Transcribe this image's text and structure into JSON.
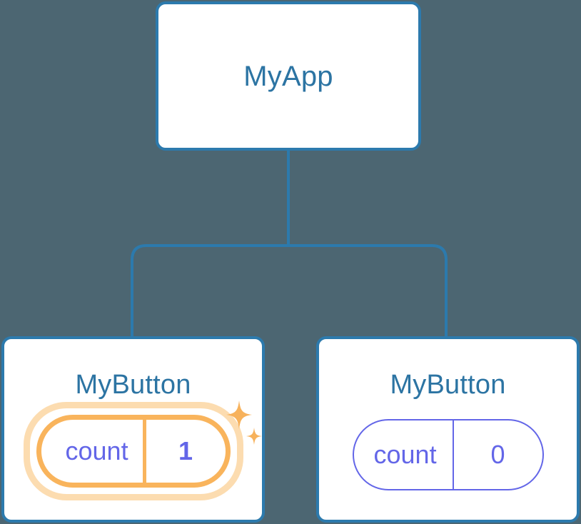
{
  "diagram": {
    "type": "component-tree",
    "title_text": "MyApp",
    "background_color": "#4c6672",
    "edge_color": "#2c7aad",
    "node_border_color": "#2c7aad",
    "node_title_color": "#2c74a3",
    "state_text_color": "#6366e8",
    "highlight_color": "#f9b45c",
    "highlight_glow_color": "#fcdcb0"
  },
  "root": {
    "name": "MyApp",
    "label": "MyApp"
  },
  "children": [
    {
      "name": "MyButton",
      "label": "MyButton",
      "state": {
        "key": "count",
        "value": "1"
      },
      "highlighted": true,
      "sparkle": true
    },
    {
      "name": "MyButton",
      "label": "MyButton",
      "state": {
        "key": "count",
        "value": "0"
      },
      "highlighted": false,
      "sparkle": false
    }
  ],
  "icons": {
    "sparkle_large": "sparkle-icon",
    "sparkle_small": "sparkle-small-icon"
  }
}
